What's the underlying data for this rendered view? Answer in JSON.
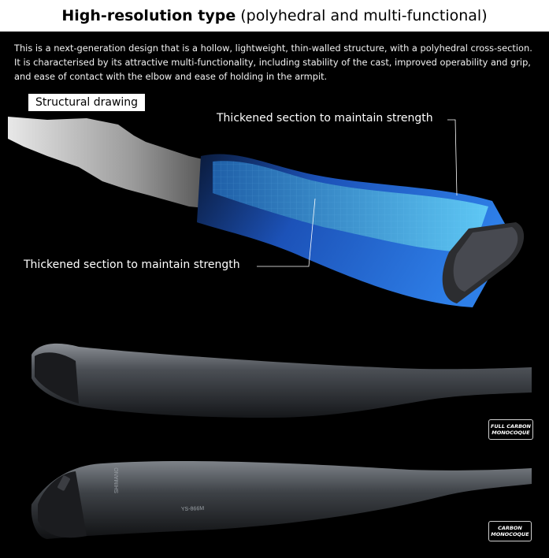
{
  "header": {
    "title_strong": "High-resolution type",
    "title_light": " (polyhedral and multi-functional)"
  },
  "description": {
    "lines": [
      "This is a next-generation design that is a hollow, lightweight, thin-walled structure, with a polyhedral cross-section.",
      "It is characterised by its attractive multi-functionality, including stability of the cast, improved operability and grip,",
      "and ease of contact with the elbow and ease of holding in the armpit."
    ]
  },
  "structural_drawing": {
    "label": "Structural drawing",
    "callouts": [
      "Thickened section to maintain strength",
      "Thickened section to maintain strength"
    ]
  },
  "photos": {
    "handle_1": {
      "badge_lines": [
        "FULL CARBON",
        "MONOCOQUE"
      ]
    },
    "handle_2": {
      "model_text": "YS-866M",
      "brand_text": "SHIMANO",
      "badge_lines": [
        "CARBON",
        "MONOCOQUE"
      ]
    }
  }
}
